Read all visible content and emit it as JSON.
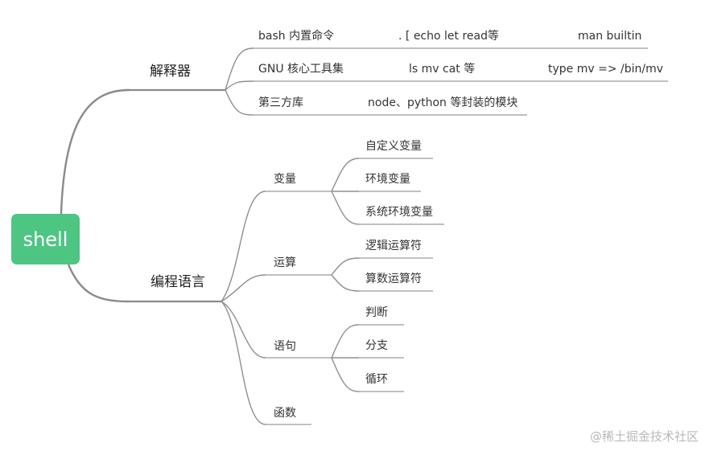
{
  "root": {
    "label": "shell"
  },
  "branches": [
    {
      "label": "解释器",
      "children": [
        {
          "label": "bash 内置命令",
          "detail": ".  [   echo   let   read等",
          "note": "man builtin"
        },
        {
          "label": "GNU 核心工具集",
          "detail": "ls    mv   cat  等",
          "note": "type mv =>   /bin/mv"
        },
        {
          "label": "第三方库",
          "detail": "node、python 等封装的模块"
        }
      ]
    },
    {
      "label": "编程语言",
      "children": [
        {
          "label": "变量",
          "children": [
            {
              "label": "自定义变量"
            },
            {
              "label": "环境变量"
            },
            {
              "label": "系统环境变量"
            }
          ]
        },
        {
          "label": "运算",
          "children": [
            {
              "label": "逻辑运算符"
            },
            {
              "label": "算数运算符"
            }
          ]
        },
        {
          "label": "语句",
          "children": [
            {
              "label": "判断"
            },
            {
              "label": "分支"
            },
            {
              "label": "循环"
            }
          ]
        },
        {
          "label": "函数"
        }
      ]
    }
  ],
  "watermark": "@稀土掘金技术社区",
  "colors": {
    "root_fill": "#4fc584",
    "root_text": "#ffffff",
    "lines": "#8f8f8f",
    "text": "#333333"
  }
}
